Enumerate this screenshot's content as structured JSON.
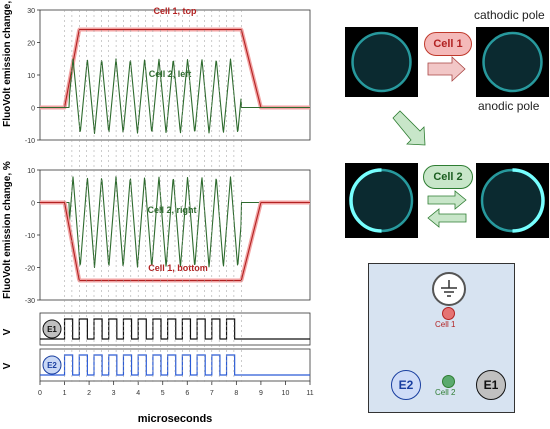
{
  "chart_data": [
    {
      "type": "line",
      "title": "",
      "ylabel": "FluoVolt emission change, %",
      "xlabel": "",
      "ylim": [
        -10,
        30
      ],
      "yticks": [
        "30",
        "20",
        "10",
        "0",
        "-10"
      ],
      "series": [
        {
          "name": "Cell 1, top",
          "color": "#b22222",
          "plateau": 24,
          "rise_start": 1.0,
          "rise_end": 1.6,
          "fall_start": 8.2,
          "fall_end": 9.0
        },
        {
          "name": "Cell 2, left",
          "color": "#2e6b2e",
          "oscillation_min": -8,
          "oscillation_max": 15,
          "cycles": 12,
          "start": 1.2,
          "end": 8.2
        }
      ]
    },
    {
      "type": "line",
      "title": "",
      "ylabel": "FluoVolt emission change, %",
      "xlabel": "",
      "ylim": [
        -30,
        10
      ],
      "yticks": [
        "10",
        "0",
        "-10",
        "-20",
        "-30"
      ],
      "series": [
        {
          "name": "Cell 2, right",
          "color": "#2e6b2e",
          "oscillation_min": -20,
          "oscillation_max": 8,
          "cycles": 12,
          "start": 1.2,
          "end": 8.2
        },
        {
          "name": "Cell 1, bottom",
          "color": "#b22222",
          "plateau": -24,
          "rise_start": 1.0,
          "rise_end": 1.6,
          "fall_start": 8.2,
          "fall_end": 9.0
        }
      ]
    },
    {
      "type": "line",
      "ylabel": "V",
      "electrode": "E1",
      "color": "#111111",
      "pulses": 12
    },
    {
      "type": "line",
      "ylabel": "V",
      "electrode": "E2",
      "color": "#2a5bd7",
      "pulses": 12
    }
  ],
  "x_axis": {
    "label": "microseconds",
    "ticks": [
      "0",
      "1",
      "2",
      "3",
      "4",
      "5",
      "6",
      "7",
      "8",
      "9",
      "10",
      "11"
    ],
    "xlim": [
      0,
      11
    ]
  },
  "images": {
    "cathodic_label": "cathodic pole",
    "anodic_label": "anodic pole",
    "cell1_pill": "Cell 1",
    "cell2_pill": "Cell 2",
    "cell_color": "#33c5c9"
  },
  "diagram": {
    "e1_label": "E1",
    "e2_label": "E2",
    "cell1_label": "Cell 1",
    "cell2_label": "Cell 2",
    "e1_color": "#444444",
    "e2_color": "#2a5bd7",
    "cell1_color": "#e57373",
    "cell2_color": "#5aaa6e"
  }
}
